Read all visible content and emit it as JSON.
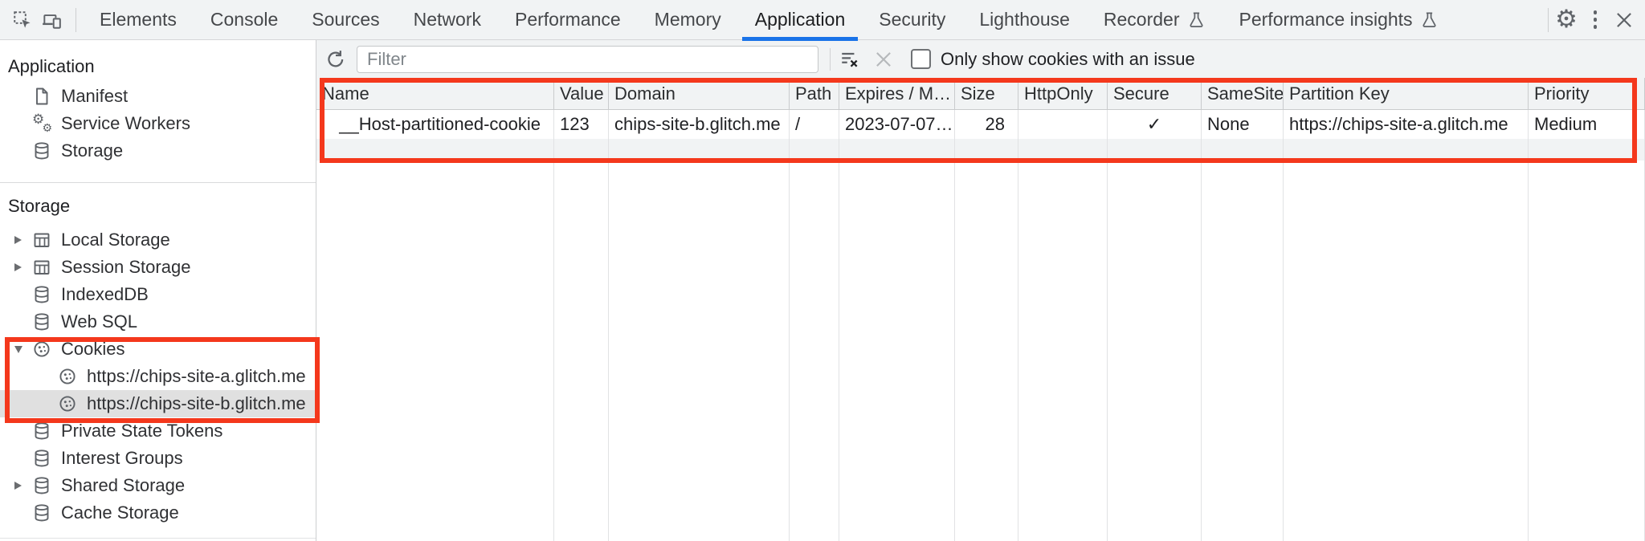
{
  "colors": {
    "accent-blue": "#1a73e8",
    "highlight-red": "#f4381c",
    "panel-gray": "#f1f3f4",
    "selected-gray": "#e0e0e0",
    "icon-gray": "#5f6368"
  },
  "tabbar": {
    "left_icons": [
      "inspect-element-icon",
      "device-toolbar-icon"
    ],
    "tabs": [
      {
        "label": "Elements"
      },
      {
        "label": "Console"
      },
      {
        "label": "Sources"
      },
      {
        "label": "Network"
      },
      {
        "label": "Performance"
      },
      {
        "label": "Memory"
      },
      {
        "label": "Application",
        "active": true
      },
      {
        "label": "Security"
      },
      {
        "label": "Lighthouse"
      },
      {
        "label": "Recorder",
        "experimental": true
      },
      {
        "label": "Performance insights",
        "experimental": true
      }
    ],
    "right_icons": [
      "settings-gear-icon",
      "more-options-kebab-icon",
      "close-icon"
    ]
  },
  "sidebar": {
    "sections": [
      {
        "title": "Application",
        "items": [
          {
            "label": "Manifest",
            "icon": "file-icon"
          },
          {
            "label": "Service Workers",
            "icon": "service-workers-gears-icon"
          },
          {
            "label": "Storage",
            "icon": "database-icon"
          }
        ]
      },
      {
        "title": "Storage",
        "items": [
          {
            "label": "Local Storage",
            "icon": "table-icon",
            "expand": "collapsed"
          },
          {
            "label": "Session Storage",
            "icon": "table-icon",
            "expand": "collapsed"
          },
          {
            "label": "IndexedDB",
            "icon": "database-icon"
          },
          {
            "label": "Web SQL",
            "icon": "database-icon"
          },
          {
            "label": "Cookies",
            "icon": "cookie-icon",
            "expand": "expanded",
            "children": [
              {
                "label": "https://chips-site-a.glitch.me",
                "icon": "cookie-icon"
              },
              {
                "label": "https://chips-site-b.glitch.me",
                "icon": "cookie-icon",
                "selected": true
              }
            ]
          },
          {
            "label": "Private State Tokens",
            "icon": "database-icon"
          },
          {
            "label": "Interest Groups",
            "icon": "database-icon"
          },
          {
            "label": "Shared Storage",
            "icon": "database-icon",
            "expand": "collapsed"
          },
          {
            "label": "Cache Storage",
            "icon": "database-icon"
          }
        ]
      }
    ]
  },
  "toolbar": {
    "icons": [
      "refresh-icon",
      "clear-filter-icon",
      "delete-all-icon"
    ],
    "filter_placeholder": "Filter",
    "only_issue_label": "Only show cookies with an issue",
    "only_issue_checked": false
  },
  "cookie_table": {
    "columns": [
      {
        "label": "Name",
        "align": "right"
      },
      {
        "label": "Value",
        "align": "left"
      },
      {
        "label": "Domain",
        "align": "left"
      },
      {
        "label": "Path",
        "align": "left"
      },
      {
        "label": "Expires / M…",
        "align": "left"
      },
      {
        "label": "Size",
        "align": "right"
      },
      {
        "label": "HttpOnly",
        "align": "left"
      },
      {
        "label": "Secure",
        "align": "center"
      },
      {
        "label": "SameSite",
        "align": "left"
      },
      {
        "label": "Partition Key",
        "align": "left"
      },
      {
        "label": "Priority",
        "align": "left"
      }
    ],
    "rows": [
      {
        "name": "__Host-partitioned-cookie",
        "value": "123",
        "domain": "chips-site-b.glitch.me",
        "path": "/",
        "expires": "2023-07-07…",
        "size": "28",
        "http_only": "",
        "secure": "✓",
        "same_site": "None",
        "partition_key": "https://chips-site-a.glitch.me",
        "priority": "Medium"
      }
    ]
  }
}
